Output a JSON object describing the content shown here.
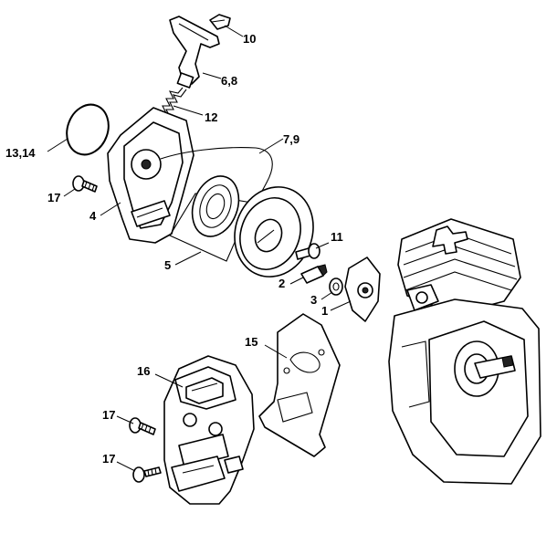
{
  "callouts": [
    {
      "id": "10",
      "text": "10"
    },
    {
      "id": "6-8",
      "text": "6,8"
    },
    {
      "id": "12",
      "text": "12"
    },
    {
      "id": "13-14",
      "text": "13,14"
    },
    {
      "id": "7-9",
      "text": "7,9"
    },
    {
      "id": "17a",
      "text": "17"
    },
    {
      "id": "4",
      "text": "4"
    },
    {
      "id": "11",
      "text": "11"
    },
    {
      "id": "5",
      "text": "5"
    },
    {
      "id": "2",
      "text": "2"
    },
    {
      "id": "3",
      "text": "3"
    },
    {
      "id": "1",
      "text": "1"
    },
    {
      "id": "15",
      "text": "15"
    },
    {
      "id": "16",
      "text": "16"
    },
    {
      "id": "17b",
      "text": "17"
    },
    {
      "id": "17c",
      "text": "17"
    }
  ]
}
